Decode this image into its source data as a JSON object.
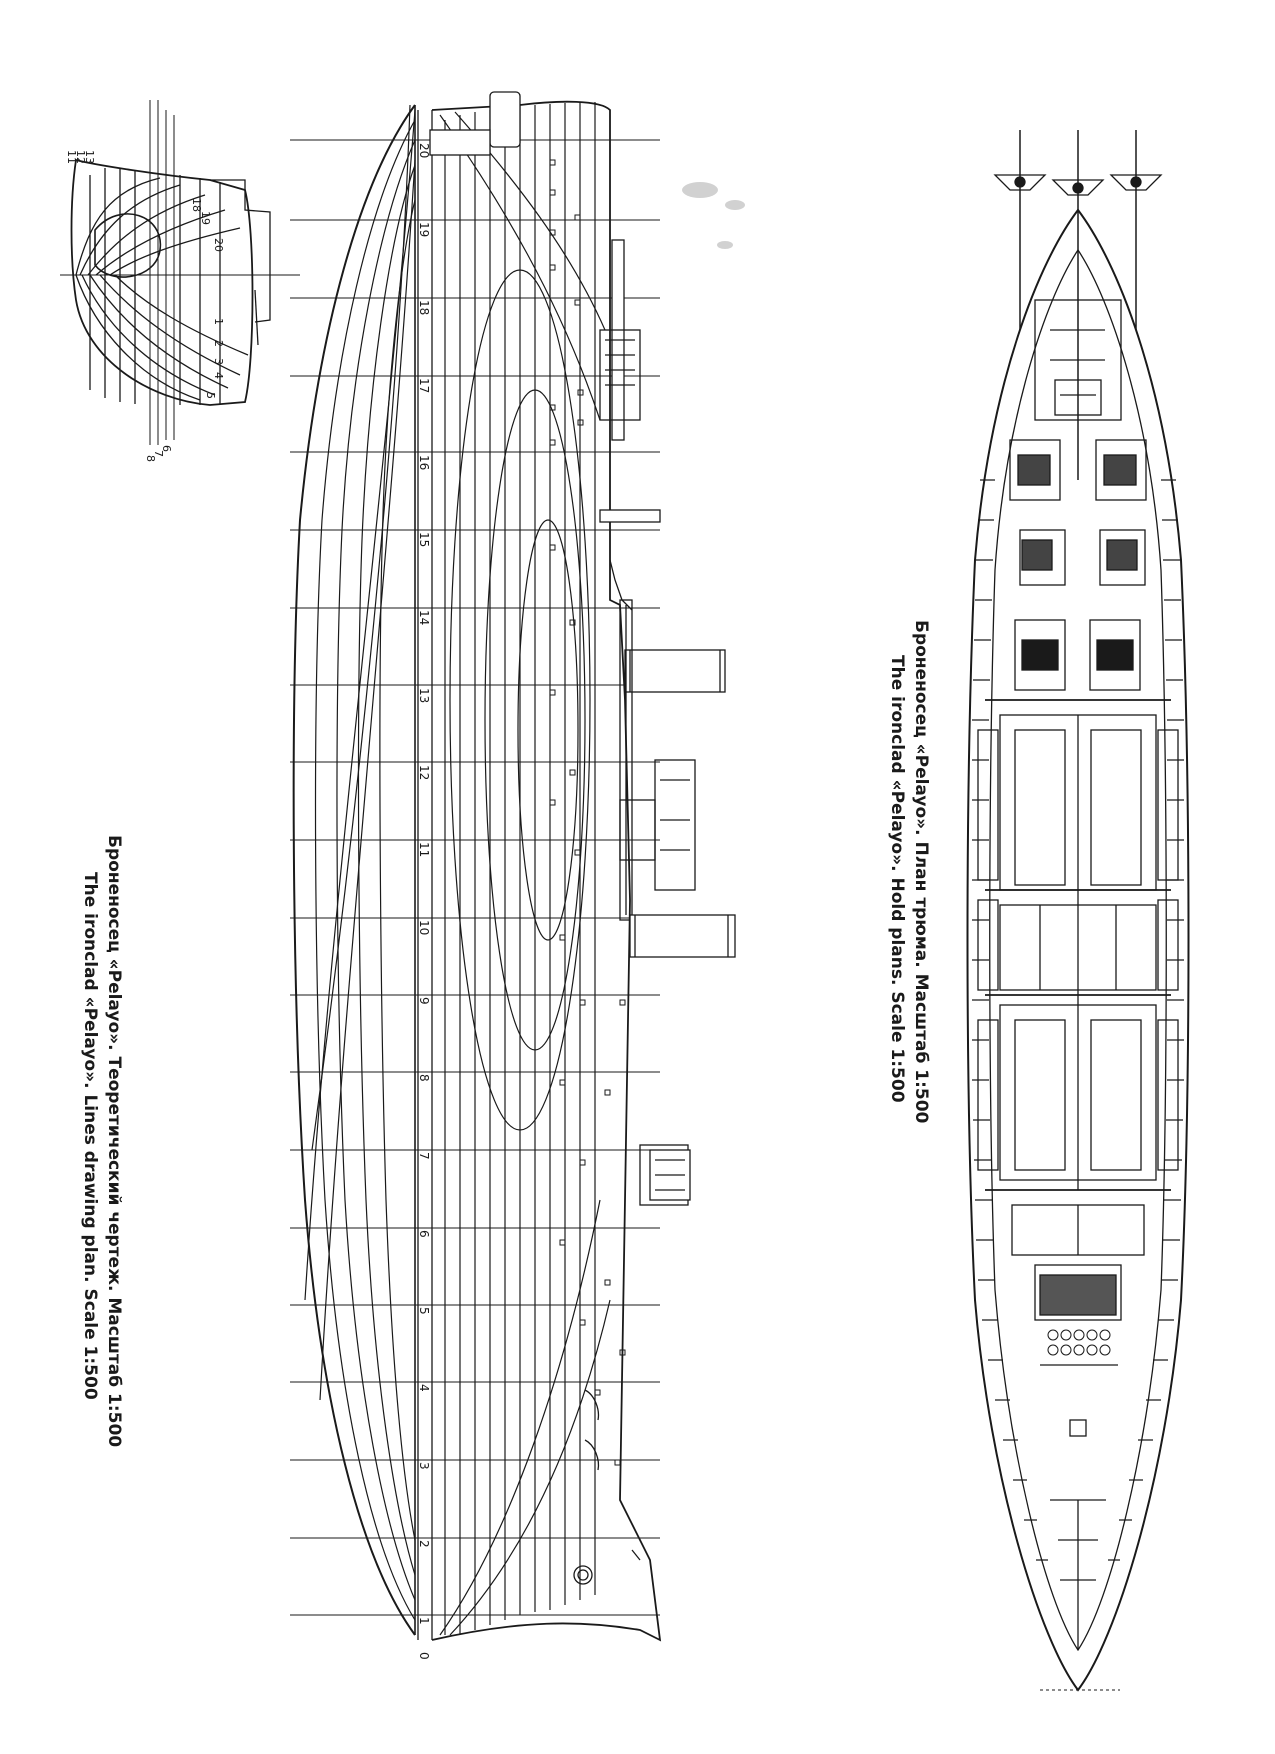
{
  "body_plan": {
    "station_labels": [
      "13",
      "12",
      "11",
      "18",
      "19",
      "20",
      "1",
      "2",
      "3",
      "4",
      "5",
      "6",
      "7",
      "8"
    ]
  },
  "lines_drawing": {
    "station_numbers": [
      "20",
      "19",
      "18",
      "17",
      "16",
      "15",
      "14",
      "13",
      "12",
      "11",
      "10",
      "9",
      "8",
      "7",
      "6",
      "5",
      "4",
      "3",
      "2",
      "1",
      "0"
    ]
  },
  "captions": {
    "hold_plan_ru": "Броненосец «Pelayo». План трюма. Масштаб 1:500",
    "hold_plan_en": "The ironclad «Pelayo». Hold plans. Scale 1:500",
    "lines_ru": "Броненосец «Pelayo». Теоретический чертеж. Масштаб 1:500",
    "lines_en": "The ironclad «Pelayo». Lines drawing plan. Scale 1:500"
  }
}
